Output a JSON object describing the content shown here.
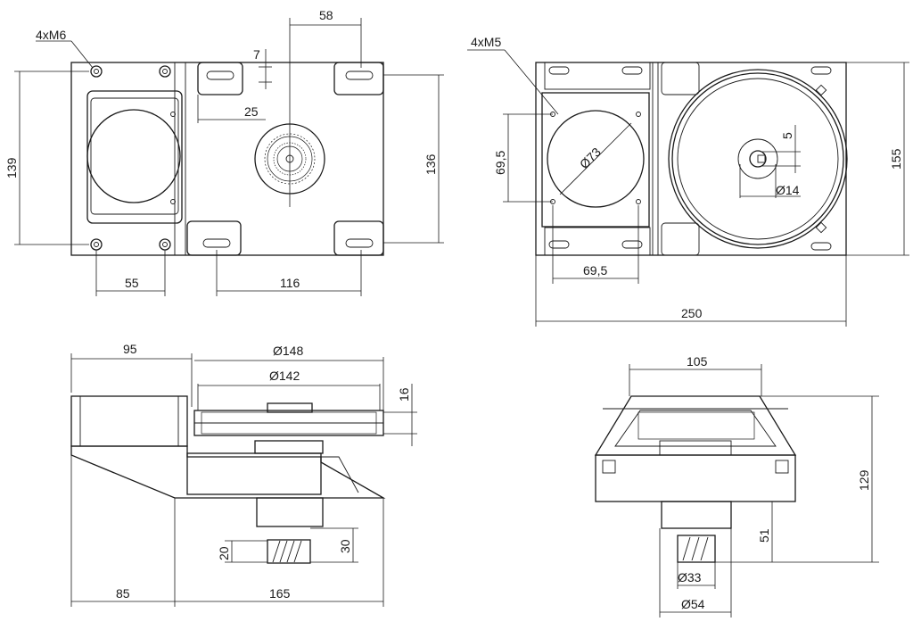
{
  "top_left_view": {
    "hole_note": "4xM6",
    "dim_width_small": "58",
    "dim_slot_offset": "7",
    "dim_slot_length": "25",
    "dim_height": "139",
    "dim_right_height": "136",
    "dim_hole_spacing": "55",
    "dim_slot_spacing": "116"
  },
  "top_right_view": {
    "hole_note": "4xM5",
    "dim_hole_v": "69,5",
    "dim_circle": "Ø73",
    "dim_key": "5",
    "dim_shaft": "Ø14",
    "dim_hole_h": "69,5",
    "dim_total_width": "250",
    "dim_height": "155"
  },
  "bottom_left_view": {
    "dim_motor": "95",
    "dim_pulley_outer": "Ø148",
    "dim_pulley_inner": "Ø142",
    "dim_belt": "16",
    "dim_gear_h": "20",
    "dim_hub_h": "30",
    "dim_base_left": "85",
    "dim_base_right": "165"
  },
  "bottom_right_view": {
    "dim_top_width": "105",
    "dim_total_height": "129",
    "dim_shaft_height": "51",
    "dim_gear_dia": "Ø33",
    "dim_hub_dia": "Ø54"
  }
}
